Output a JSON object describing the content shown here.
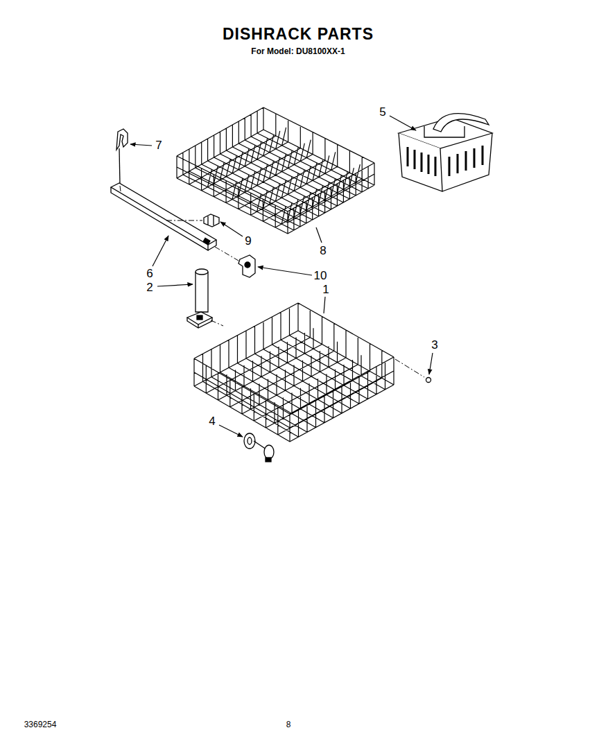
{
  "diagram": {
    "title": "DISHRACK PARTS",
    "labels": [
      "For Model: DU8100XX-1",
      "7",
      "5",
      "9",
      "8",
      "6",
      "10",
      "2",
      "3",
      "4",
      "1",
      "3369254",
      "8"
    ]
  }
}
